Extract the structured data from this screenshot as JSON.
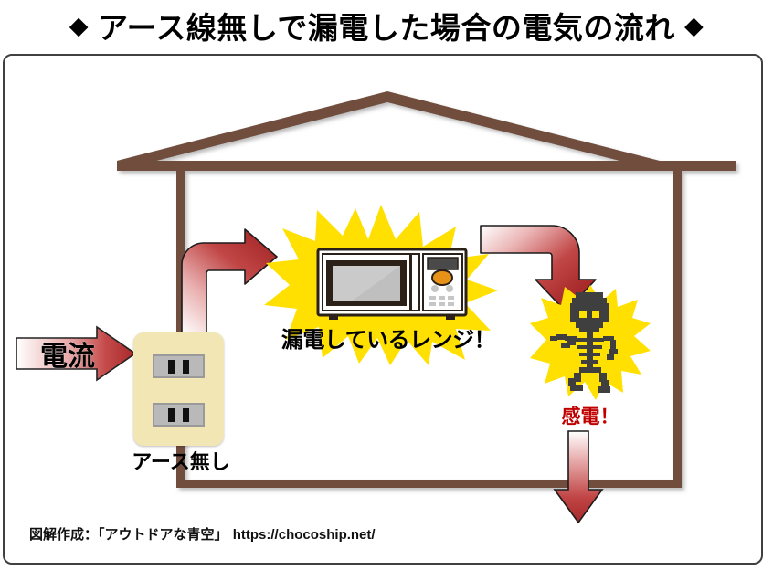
{
  "title": {
    "diamond_left": "◆",
    "text": "アース線無しで漏電した場合の電気の流れ",
    "diamond_right": "◆"
  },
  "diagram": {
    "current_arrow_label": "電流",
    "outlet_label": "アース無し",
    "microwave_label": "漏電しているレンジ！",
    "shock_label": "感電！",
    "icons": {
      "house": "house-outline-icon",
      "outlet": "power-outlet-icon",
      "microwave": "microwave-oven-icon",
      "skeleton": "electrocuted-skeleton-icon",
      "burst_microwave": "yellow-starburst-icon",
      "burst_skeleton": "yellow-starburst-icon",
      "arrow_current": "right-arrow-icon",
      "arrow_up_right": "bent-arrow-up-right-icon",
      "arrow_right_down": "bent-arrow-right-down-icon",
      "arrow_down": "down-arrow-icon"
    }
  },
  "credit": {
    "prefix": "図解作成：「アウトドアな青空」 ",
    "url": "https://chocoship.net/"
  },
  "colors": {
    "house_brown": "#6F4E3E",
    "arrow_red": "#BE3232",
    "arrow_red_dark": "#A82A2A",
    "burst_yellow": "#FFE000",
    "outlet_cream": "#F2E6B4",
    "shock_red": "#C00000",
    "frame_gray": "#404040",
    "skeleton_gray": "#3F3F3F"
  }
}
